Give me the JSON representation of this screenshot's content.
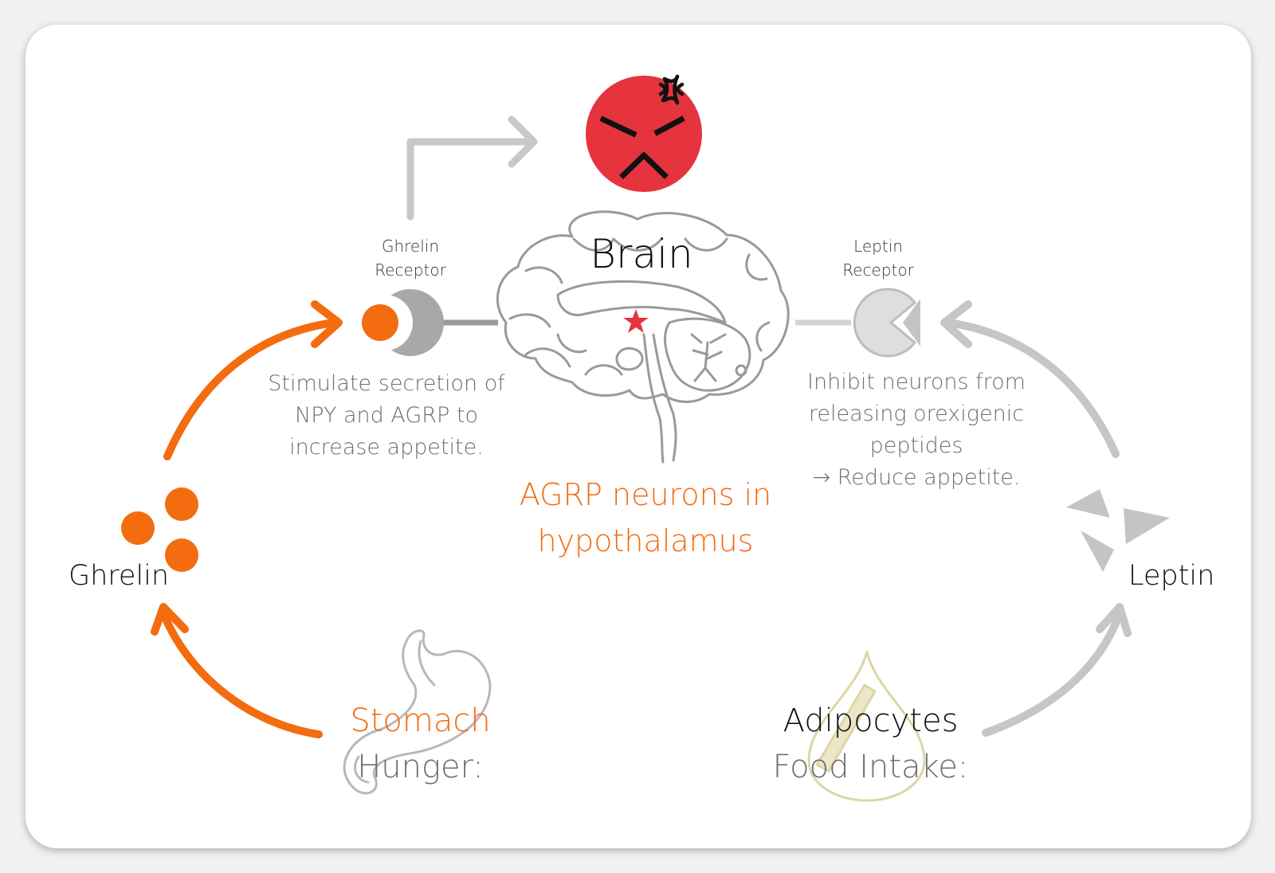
{
  "title": "Brain",
  "center_label": [
    "AGRP neurons in",
    "hypothalamus"
  ],
  "ghrelin_receptor": {
    "line1": "Ghrelin",
    "line2": "Receptor"
  },
  "leptin_receptor": {
    "line1": "Leptin",
    "line2": "Receptor"
  },
  "ghrelin_effect": [
    "Stimulate secretion of",
    "NPY and AGRP to",
    "increase appetite."
  ],
  "leptin_effect": [
    "Inhibit neurons from",
    "releasing orexigenic",
    "peptides",
    "→ Reduce appetite."
  ],
  "ghrelin": "Ghrelin",
  "leptin": "Leptin",
  "stomach": {
    "title": "Stomach",
    "subtitle": "Hunger:"
  },
  "adipocytes": {
    "title": "Adipocytes",
    "subtitle": "Food Intake:"
  },
  "colors": {
    "ghrelin": "#f36c10",
    "leptin": "#c6c6c6",
    "angry_face": "#e5343d",
    "star": "#e5343d",
    "fat": "#d6cc96"
  },
  "icons": [
    "angry-face-icon",
    "brain-icon",
    "stomach-icon",
    "fat-droplet-icon",
    "ghrelin-receptor-icon",
    "leptin-receptor-icon"
  ]
}
